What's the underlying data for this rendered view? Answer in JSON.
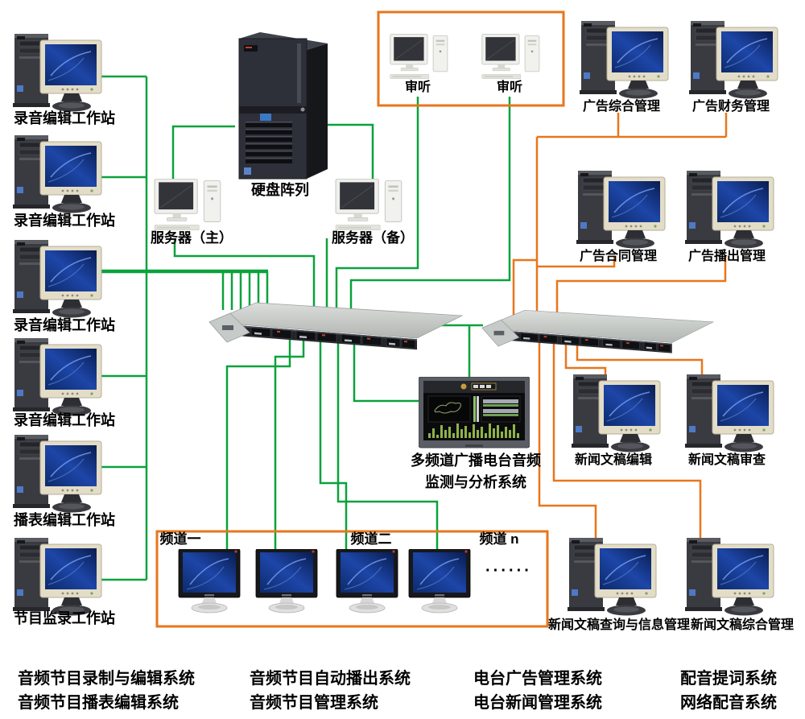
{
  "colors": {
    "green": "#0aa23c",
    "orange": "#e8761c"
  },
  "left_workstations": [
    "录音编辑工作站",
    "录音编辑工作站",
    "录音编辑工作站",
    "录音编辑工作站",
    "播表编辑工作站",
    "节目监录工作站"
  ],
  "center": {
    "disk_array": "硬盘阵列",
    "server_main": "服务器（主）",
    "server_backup": "服务器（备）"
  },
  "audition": [
    "审听",
    "审听"
  ],
  "right_workstations": [
    "广告综合管理",
    "广告财务管理",
    "广告合同管理",
    "广告播出管理",
    "新闻文稿编辑",
    "新闻文稿审查",
    "新闻文稿查询与信息管理",
    "新闻文稿综合管理"
  ],
  "display": {
    "line1": "多频道广播电台音频",
    "line2": "监测与分析系统"
  },
  "channels": {
    "labels": [
      "频道一",
      "频道二",
      "频道 n"
    ],
    "ellipsis": "······"
  },
  "legend": {
    "rows": [
      [
        "音频节目录制与编辑系统",
        "音频节目自动播出系统",
        "电台广告管理系统",
        "配音提词系统"
      ],
      [
        "音频节目播表编辑系统",
        "音频节目管理系统",
        "电台新闻管理系统",
        "网络配音系统"
      ]
    ]
  }
}
